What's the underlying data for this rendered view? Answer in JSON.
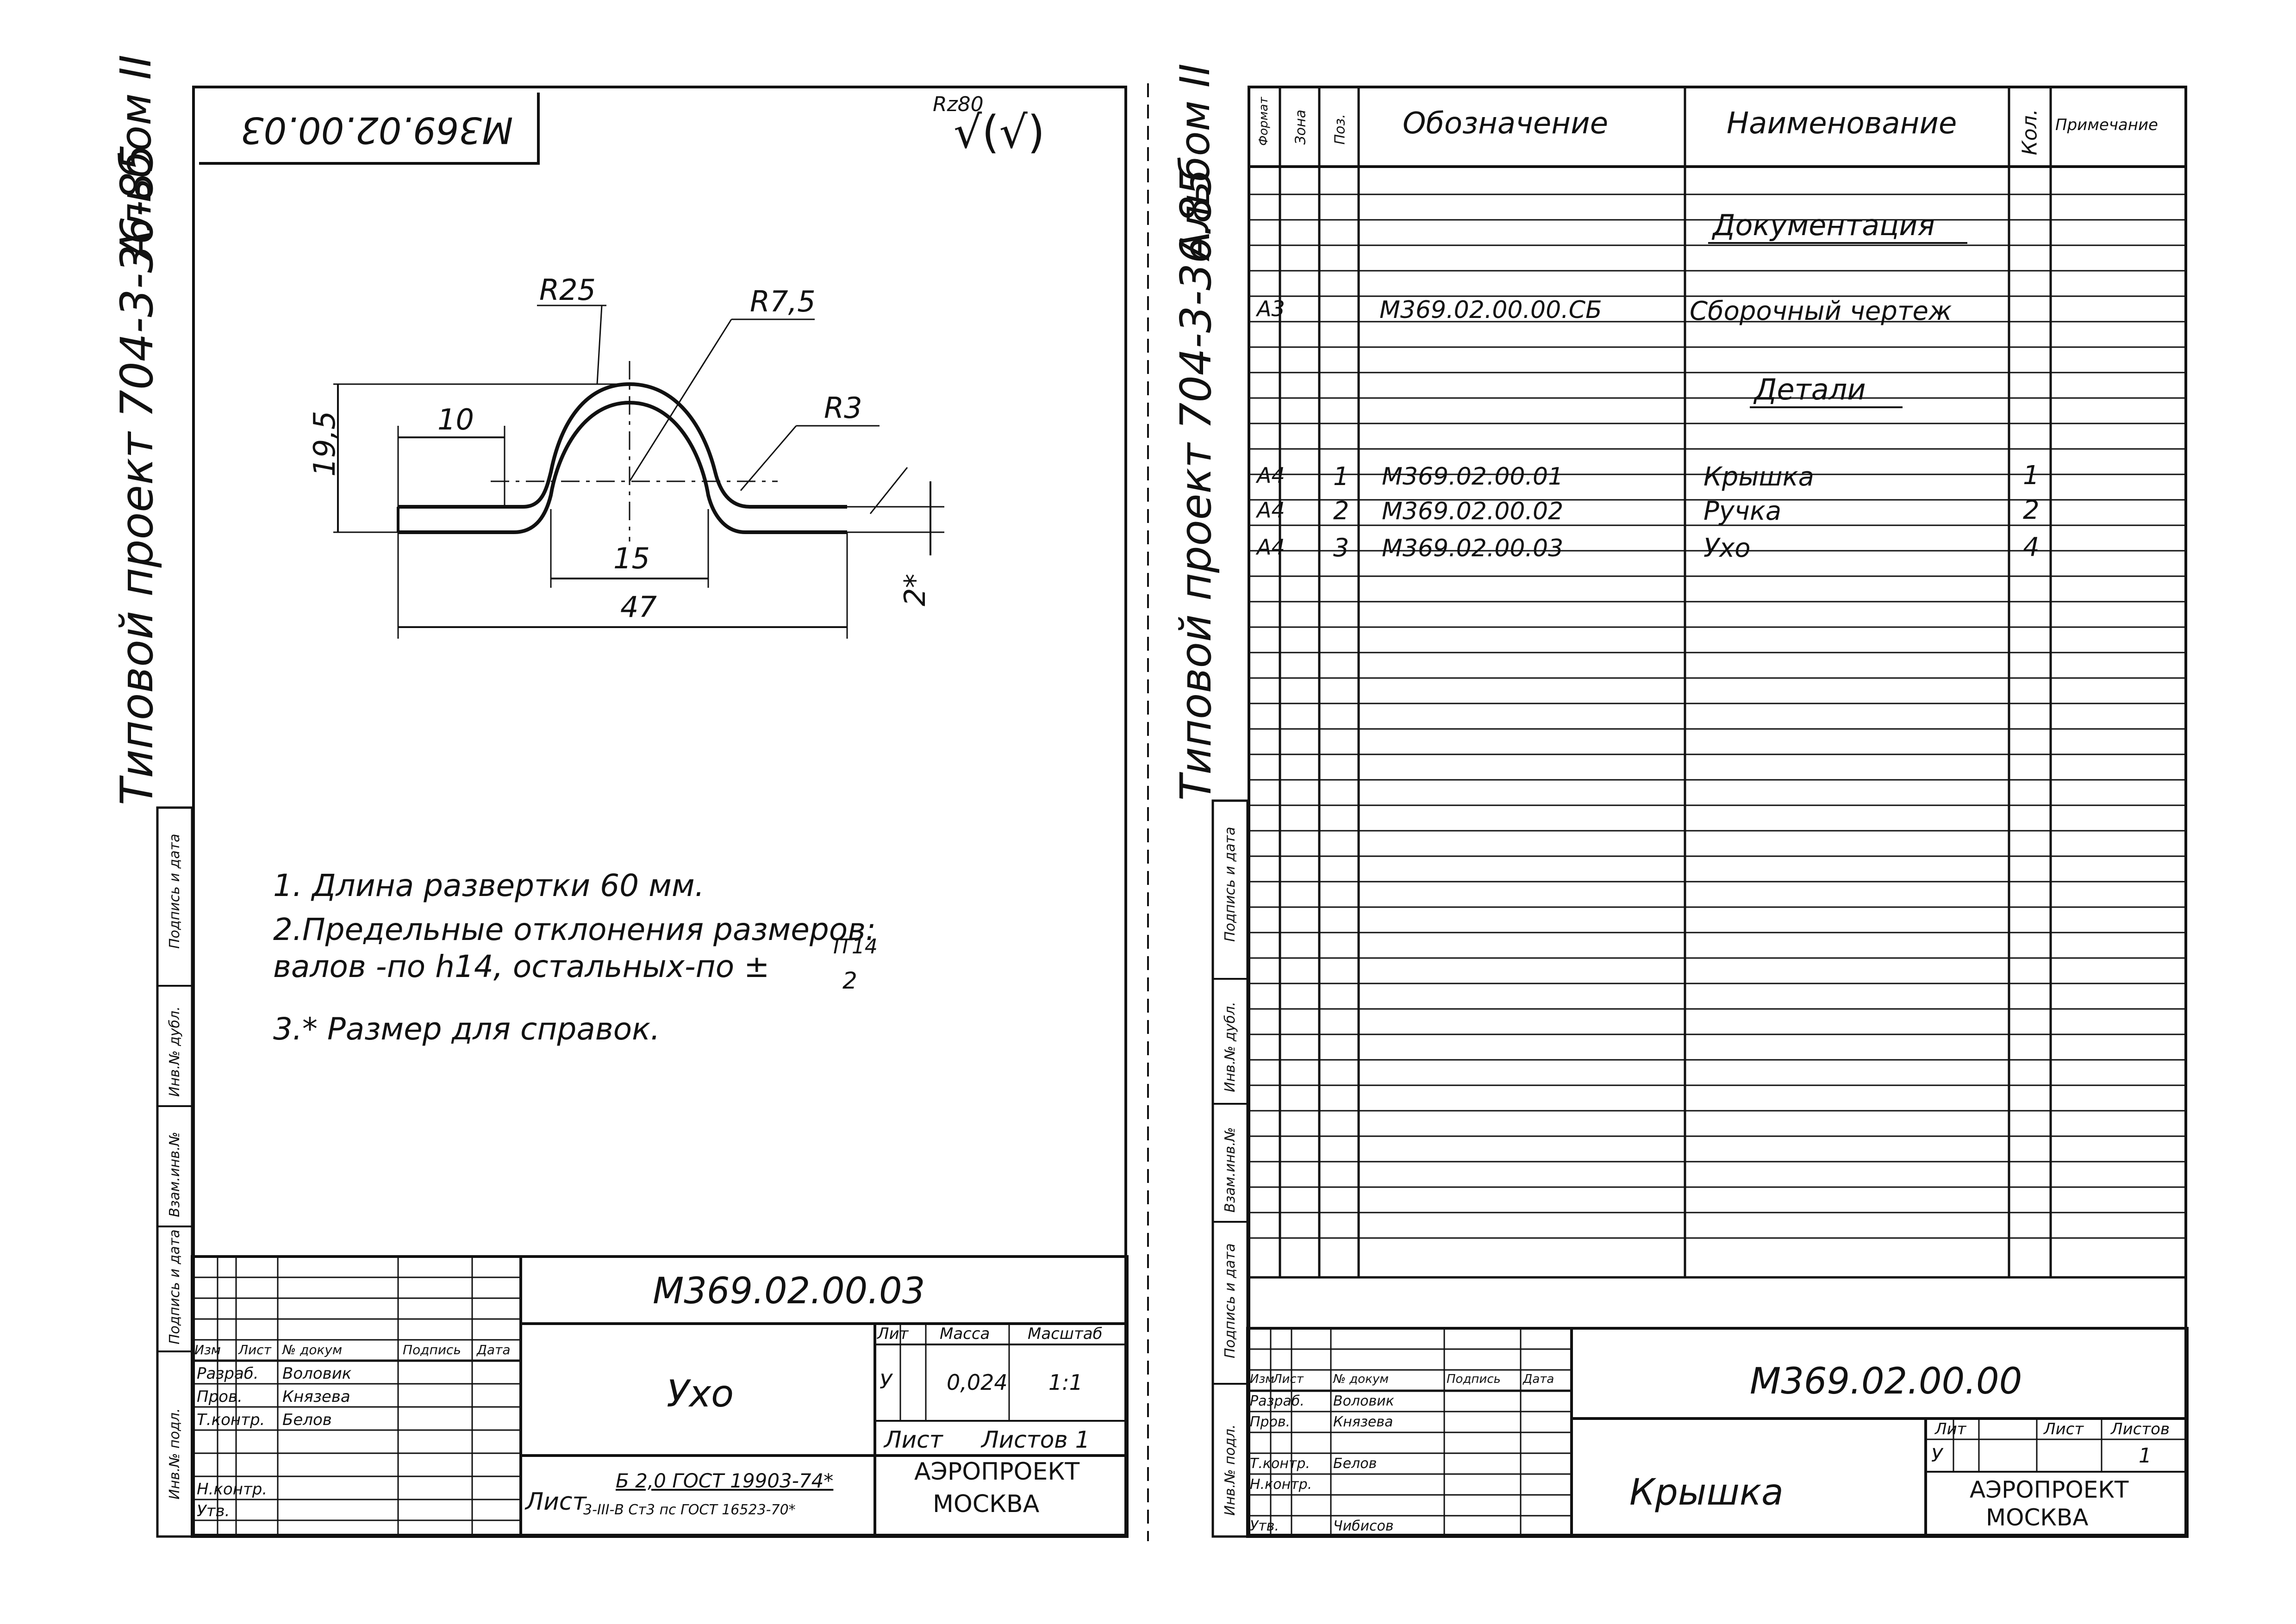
{
  "left_sheet": {
    "side_title": "Типовой проект 704-3-36-85",
    "side_album": "Альбом II",
    "mirrored_code": "M369.02.00.03",
    "roughness": {
      "value": "Rz80",
      "sign": "√(√)"
    },
    "drawing": {
      "dim_radius_outer": "R25",
      "dim_radius_mid": "R7,5",
      "dim_radius_small": "R3",
      "dim_height": "19,5",
      "dim_flange": "10",
      "dim_inner_width": "15",
      "dim_total": "47",
      "dim_thickness": "2*"
    },
    "notes": [
      "1. Длина развертки 60 мм.",
      "2.Предельные отклонения размеров:",
      "валов -по h14, остальных-по ±",
      "3.* Размер для справок."
    ],
    "note_fraction": {
      "num": "IT14",
      "den": "2"
    },
    "margin_labels": [
      "Подпись и дата",
      "Инв.№ дубл.",
      "Взам.инв.№",
      "Подпись и дата",
      "Инв.№ подл."
    ],
    "title_block": {
      "code": "M369.02.00.03",
      "name": "Ухо",
      "header_labels": [
        "Лит",
        "Масса",
        "Масштаб"
      ],
      "letter": "У",
      "mass": "0,024",
      "scale": "1:1",
      "sheet": "Лист",
      "sheets": "Листов 1",
      "role_labels": [
        "Изм",
        "Лист",
        "№ докум",
        "Подпись",
        "Дата"
      ],
      "roles": [
        "Разраб.",
        "Пров.",
        "Т.контр.",
        "",
        "Н.контр.",
        "Утв."
      ],
      "names": [
        "Воловик",
        "Князева",
        "Белов",
        "",
        "",
        ""
      ],
      "material_label": "Лист",
      "material_line1": "Б 2,0 ГОСТ 19903-74*",
      "material_line2": "3-III-В Ст3 пс ГОСТ 16523-70*",
      "org_line1": "АЭРОПРОЕКТ",
      "org_line2": "МОСКВА"
    }
  },
  "right_sheet": {
    "side_title": "Типовой проект 704-3-36.85",
    "side_album": "Альбом II",
    "headers": {
      "format": "Формат",
      "zone": "Зона",
      "pos": "Поз.",
      "designation": "Обозначение",
      "name": "Наименование",
      "qty": "Кол.",
      "note": "Примечание"
    },
    "sections": {
      "docs": "Документация",
      "parts": "Детали"
    },
    "rows": [
      {
        "format": "А3",
        "pos": "",
        "designation": "M369.02.00.00.СБ",
        "name": "Сборочный чертеж",
        "qty": ""
      },
      {
        "format": "А4",
        "pos": "1",
        "designation": "M369.02.00.01",
        "name": "Крышка",
        "qty": "1"
      },
      {
        "format": "А4",
        "pos": "2",
        "designation": "M369.02.00.02",
        "name": "Ручка",
        "qty": "2"
      },
      {
        "format": "А4",
        "pos": "3",
        "designation": "M369.02.00.03",
        "name": "Ухо",
        "qty": "4"
      }
    ],
    "margin_labels": [
      "Подпись и дата",
      "Инв.№ дубл.",
      "Взам.инв.№",
      "Подпись и дата",
      "Инв.№ подл."
    ],
    "title_block": {
      "code": "M369.02.00.00",
      "name": "Крышка",
      "header_labels": [
        "Лит",
        "Лист",
        "Листов"
      ],
      "letter": "У",
      "sheets_value": "1",
      "role_labels": [
        "Изм",
        "Лист",
        "№ докум",
        "Подпись",
        "Дата"
      ],
      "roles": [
        "Разраб.",
        "Пров.",
        "Т.контр.",
        "Н.контр.",
        "Утв."
      ],
      "names": [
        "Воловик",
        "Князева",
        "Белов",
        "",
        "Чибисов"
      ],
      "org_line1": "АЭРОПРОЕКТ",
      "org_line2": "МОСКВА"
    }
  }
}
